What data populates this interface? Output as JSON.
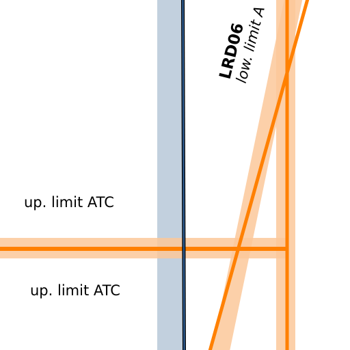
{
  "map": {
    "labels": {
      "upper_limit_top": "up. limit ATC",
      "upper_limit_bottom": "up. limit ATC"
    },
    "airspace": {
      "name": "LRD06",
      "limit_text": "low. limit A"
    },
    "colors": {
      "background": "#ffffff",
      "orange_line": "#ff8000",
      "orange_halo": "#fbc89a",
      "blue_line": "#2c5a8e",
      "blue_halo": "#c2d0de",
      "dark_outline": "#000000"
    }
  }
}
